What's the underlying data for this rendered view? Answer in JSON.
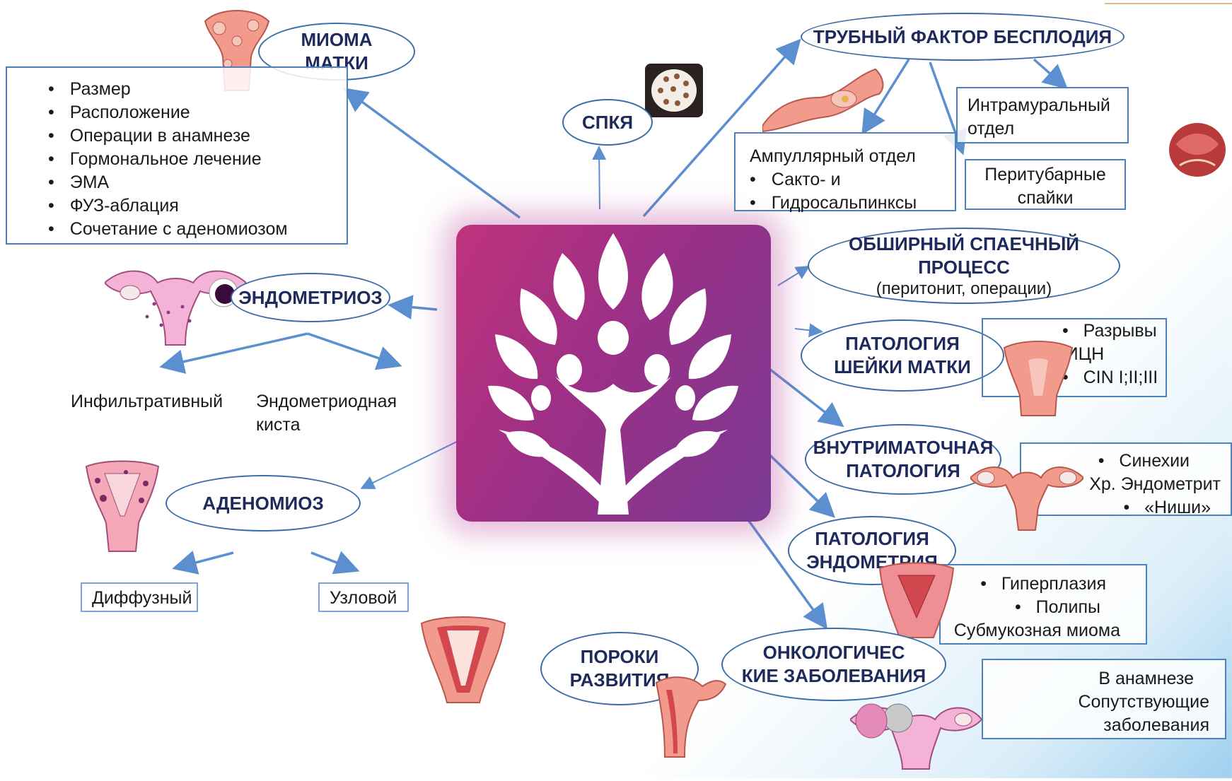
{
  "nodes": {
    "mioma": {
      "title_line1": "МИОМА",
      "title_line2": "МАТКИ"
    },
    "spkya": {
      "title": "СПКЯ"
    },
    "tubal": {
      "title": "ТРУБНЫЙ ФАКТОР БЕСПЛОДИЯ"
    },
    "adhesion": {
      "title_line1": "ОБШИРНЫЙ СПАЕЧНЫЙ",
      "title_line2": "ПРОЦЕСС",
      "subtitle": "(перитонит, операции)"
    },
    "cervix": {
      "title_line1": "ПАТОЛОГИЯ",
      "title_line2": "ШЕЙКИ МАТКИ"
    },
    "intrauterine": {
      "title_line1": "ВНУТРИМАТОЧНАЯ",
      "title_line2": "ПАТОЛОГИЯ"
    },
    "endometrium": {
      "title_line1": "ПАТОЛОГИЯ",
      "title_line2": "ЭНДОМЕТРИЯ"
    },
    "oncology": {
      "title_line1": "ОНКОЛОГИЧЕС",
      "title_line2": "КИЕ ЗАБОЛЕВАНИЯ"
    },
    "malformations": {
      "title_line1": "ПОРОКИ",
      "title_line2": "РАЗВИТИЯ"
    },
    "adenomyosis": {
      "title": "АДЕНОМИОЗ"
    },
    "endometriosis": {
      "title": "ЭНДОМЕТРИОЗ"
    }
  },
  "boxes": {
    "mioma_list": [
      "Размер",
      "Расположение",
      "Операции в анамнезе",
      "Гормональное лечение",
      "ЭМА",
      "ФУЗ-аблация",
      "Сочетание с аденомиозом"
    ],
    "ampullary": {
      "title": "Ампуллярный отдел",
      "items": [
        "Сакто- и",
        "Гидросальпинксы"
      ]
    },
    "intramural": {
      "line1": "Интрамуральный",
      "line2": "отдел"
    },
    "peritubal": {
      "line1": "Перитубарные",
      "line2": "спайки"
    },
    "cervix_list": [
      "Разрывы",
      "ИЦН",
      "CIN I;II;III"
    ],
    "intrauterine_list": [
      "Синехии",
      "Хр. Эндометрит",
      "«Ниши»"
    ],
    "endometrium_list": [
      "Гиперплазия",
      "Полипы",
      "Субмукозная миома"
    ],
    "oncology_list": [
      "В анамнезе",
      "Сопутствующие",
      "заболевания"
    ],
    "adenomyosis_types": [
      "Диффузный",
      "Узловой"
    ],
    "endometriosis_types": {
      "left": "Инфильтративный",
      "right_line1": "Эндометриодная",
      "right_line2": "киста"
    }
  },
  "colors": {
    "arrow": "#5b8fcf",
    "ellipse_border": "#3a6ea5",
    "title_text": "#1f2a5c",
    "center_purple": "#8e3a8a",
    "center_pink": "#c0337d"
  }
}
